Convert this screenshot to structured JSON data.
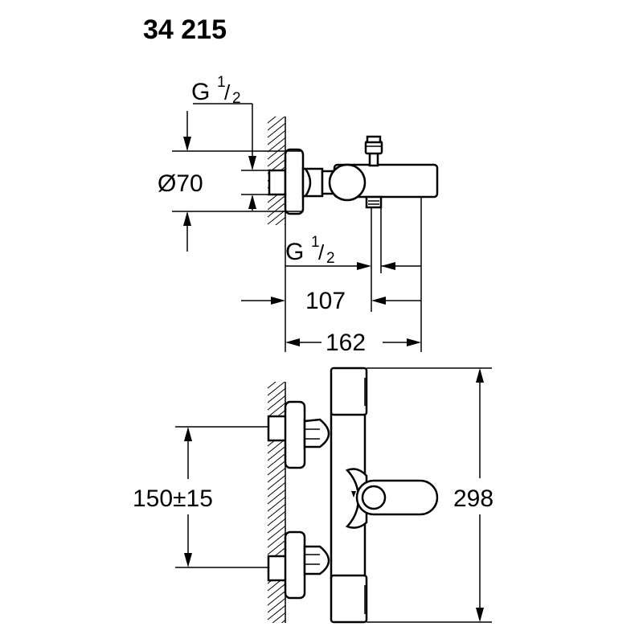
{
  "title": "34 215",
  "side_view": {
    "thread_top": {
      "prefix": "G",
      "num": "1",
      "slash": "/",
      "den": "2"
    },
    "diameter": "Ø70",
    "thread_bottom": {
      "prefix": "G",
      "num": "1",
      "slash": "/",
      "den": "2"
    },
    "dim_spout": "107",
    "dim_depth": "162"
  },
  "front_view": {
    "dim_centers": "150±15",
    "dim_height": "298"
  }
}
